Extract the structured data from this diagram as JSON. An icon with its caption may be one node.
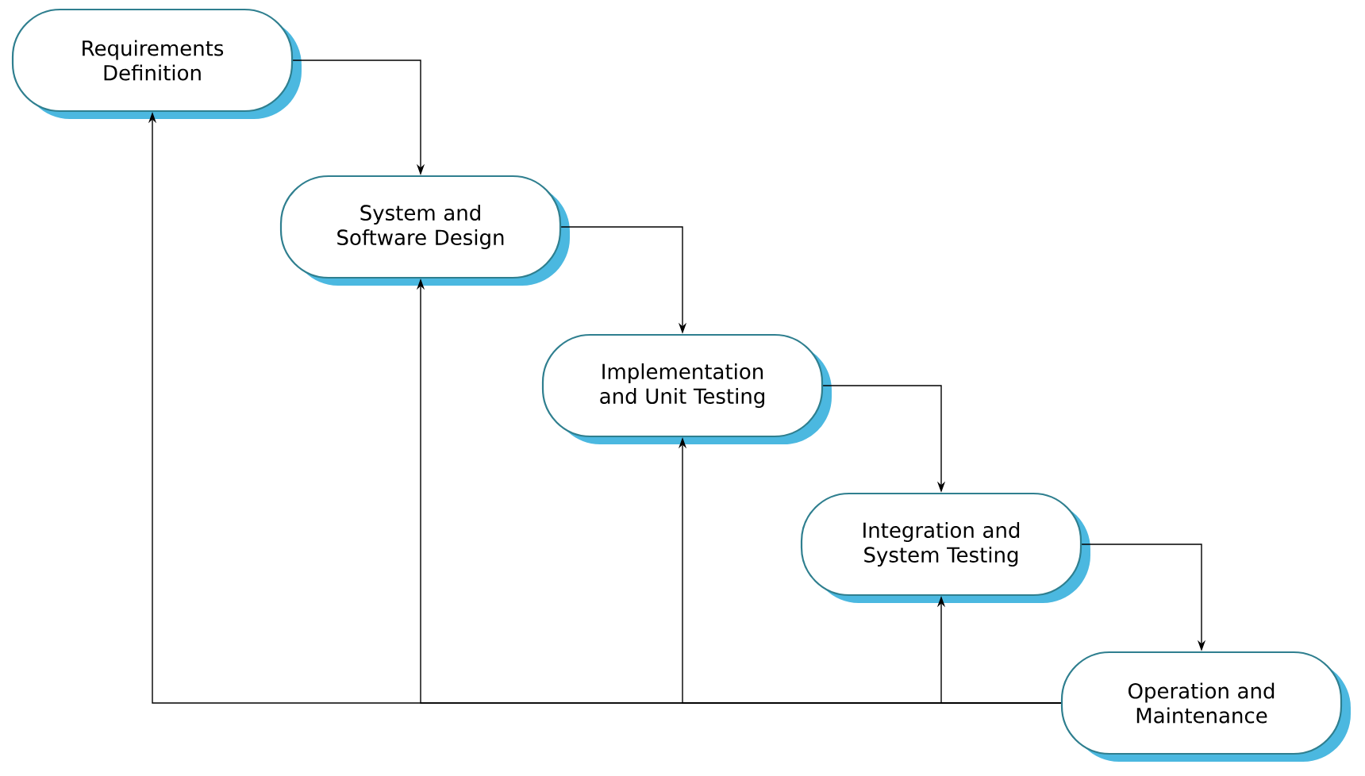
{
  "diagram": {
    "nodes": [
      {
        "text": [
          "Requirements Definition"
        ]
      },
      {
        "text": [
          "System and Software Design"
        ]
      },
      {
        "text": [
          "Implementation and Unit Testing"
        ]
      },
      {
        "text": [
          "Integration and System Testing"
        ]
      },
      {
        "text": [
          "Operation and Maintenance"
        ]
      }
    ],
    "edges": [
      {
        "from": 0,
        "to": 1,
        "arrow": "to"
      },
      {
        "from": 1,
        "to": 2,
        "arrow": "to"
      },
      {
        "from": 2,
        "to": 3,
        "arrow": "to"
      },
      {
        "from": 3,
        "to": 4,
        "arrow": "to"
      },
      {
        "from": 4,
        "to": 0,
        "arrow": "to"
      },
      {
        "from": 4,
        "to": 1,
        "arrow": "to"
      },
      {
        "from": 4,
        "to": 2,
        "arrow": "to"
      },
      {
        "from": 4,
        "to": 3,
        "arrow": "to"
      }
    ]
  }
}
